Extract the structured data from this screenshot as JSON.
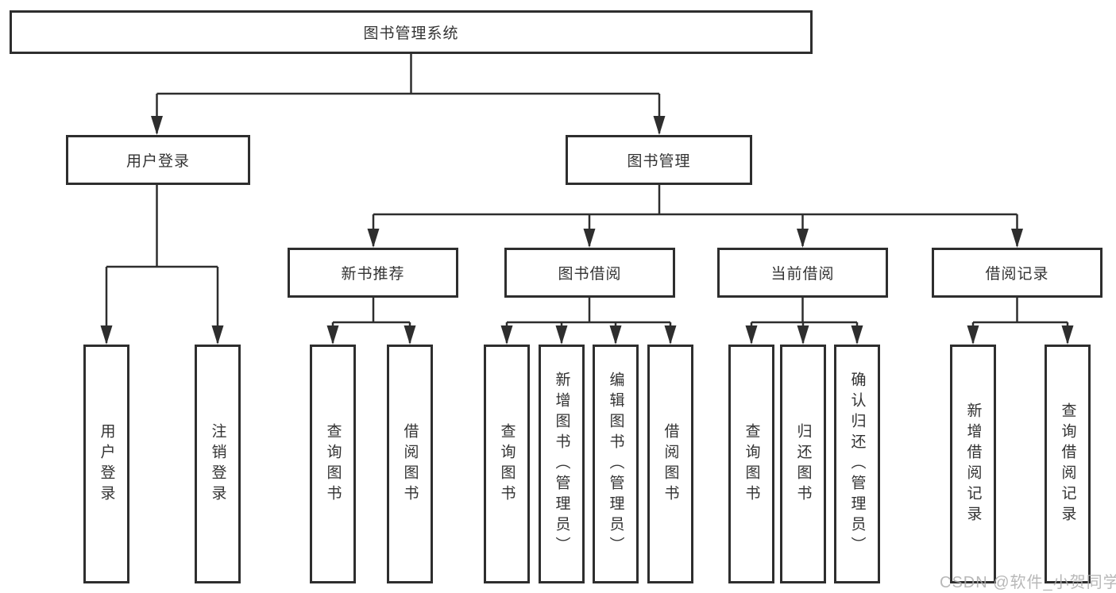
{
  "diagram": {
    "root": {
      "label": "图书管理系统"
    },
    "branches": [
      {
        "label": "用户登录",
        "children": [
          {
            "label": "用户登录"
          },
          {
            "label": "注销登录"
          }
        ]
      },
      {
        "label": "图书管理",
        "groups": [
          {
            "label": "新书推荐",
            "children": [
              {
                "label": "查询图书"
              },
              {
                "label": "借阅图书"
              }
            ]
          },
          {
            "label": "图书借阅",
            "children": [
              {
                "label": "查询图书"
              },
              {
                "label": "新增图书（管理员）"
              },
              {
                "label": "编辑图书（管理员）"
              },
              {
                "label": "借阅图书"
              }
            ]
          },
          {
            "label": "当前借阅",
            "children": [
              {
                "label": "查询图书"
              },
              {
                "label": "归还图书"
              },
              {
                "label": "确认归还（管理员）"
              }
            ]
          },
          {
            "label": "借阅记录",
            "children": [
              {
                "label": "新增借阅记录"
              },
              {
                "label": "查询借阅记录"
              }
            ]
          }
        ]
      }
    ]
  },
  "watermark": {
    "text": "CSDN @软件_小贺同学",
    "color": "#b3b3b3"
  },
  "colors": {
    "background": "#ffffff",
    "line": "#2e2e2e",
    "text": "#333333"
  }
}
